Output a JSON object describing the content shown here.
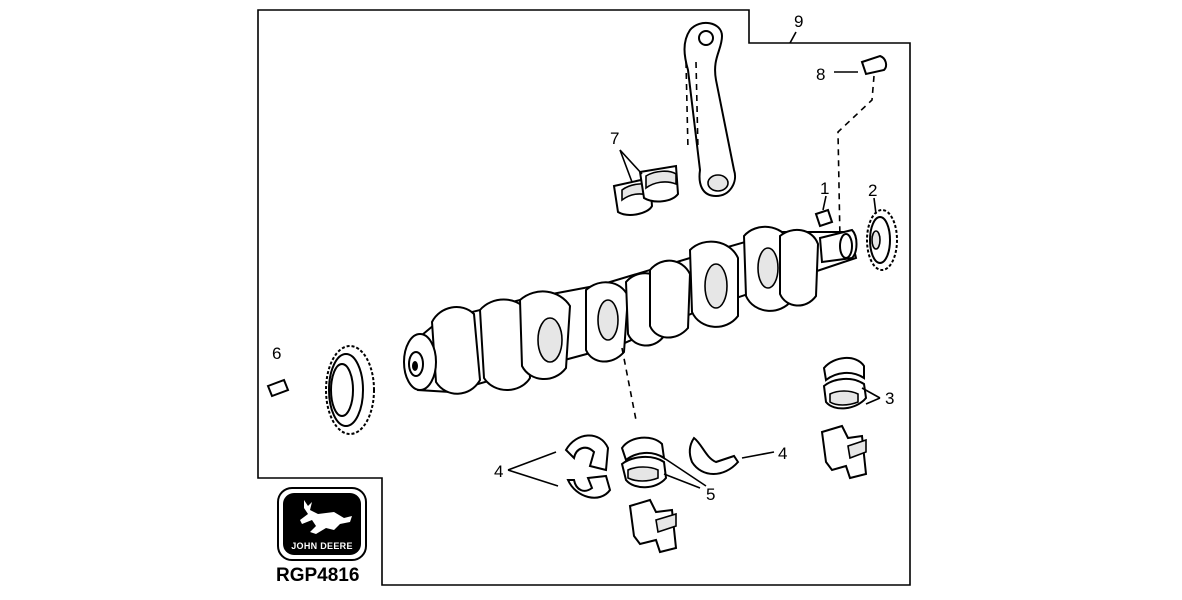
{
  "diagram": {
    "callouts": {
      "c1": "1",
      "c2": "2",
      "c3": "3",
      "c4a": "4",
      "c4b": "4",
      "c5": "5",
      "c6": "6",
      "c7": "7",
      "c8": "8",
      "c9": "9"
    },
    "logo": {
      "text": "JOHN DEERE"
    },
    "figure_id": "RGP4816"
  }
}
